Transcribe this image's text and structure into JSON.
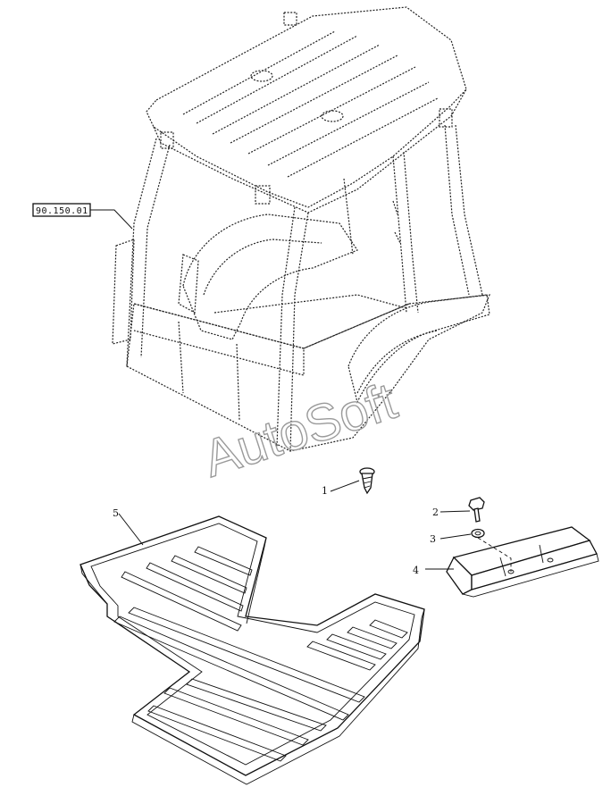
{
  "diagram": {
    "reference_label": "90.150.01",
    "watermark": "AutoSoft",
    "callouts": [
      {
        "number": "1",
        "part": "screw"
      },
      {
        "number": "2",
        "part": "bolt"
      },
      {
        "number": "3",
        "part": "washer"
      },
      {
        "number": "4",
        "part": "bracket"
      },
      {
        "number": "5",
        "part": "floor-mat"
      }
    ]
  },
  "colors": {
    "line": "#111111",
    "watermark": "#9a9a9a",
    "background": "#ffffff"
  }
}
